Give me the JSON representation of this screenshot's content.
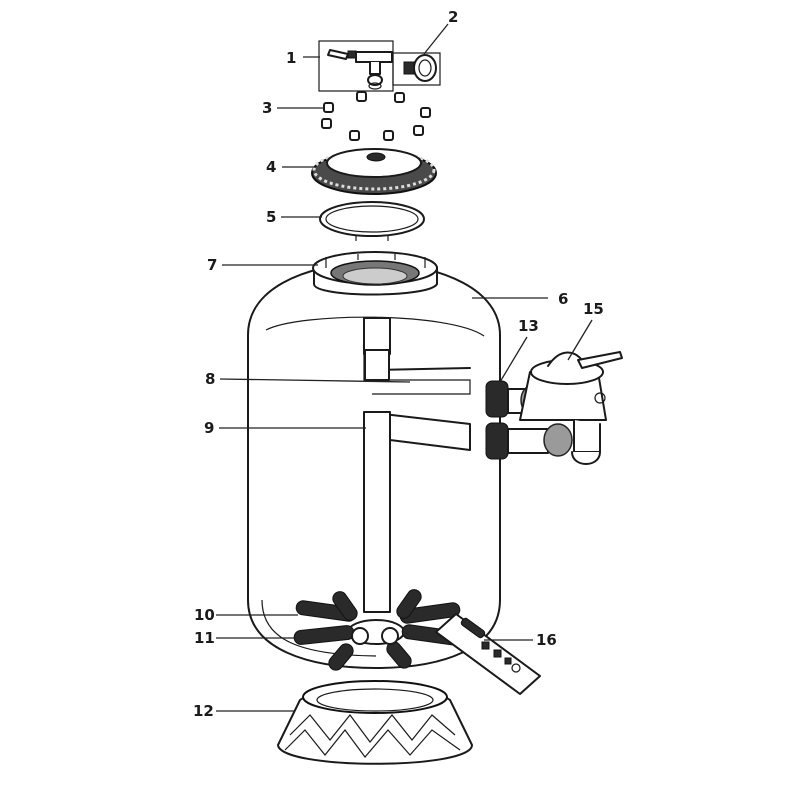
{
  "diagram": {
    "callouts": [
      {
        "id": "1",
        "text": "1"
      },
      {
        "id": "2",
        "text": "2"
      },
      {
        "id": "3",
        "text": "3"
      },
      {
        "id": "4",
        "text": "4"
      },
      {
        "id": "5",
        "text": "5"
      },
      {
        "id": "6",
        "text": "6"
      },
      {
        "id": "7",
        "text": "7"
      },
      {
        "id": "8",
        "text": "8"
      },
      {
        "id": "9",
        "text": "9"
      },
      {
        "id": "10",
        "text": "10"
      },
      {
        "id": "11",
        "text": "11"
      },
      {
        "id": "12",
        "text": "12"
      },
      {
        "id": "13",
        "text": "13"
      },
      {
        "id": "15",
        "text": "15"
      },
      {
        "id": "16",
        "text": "16"
      }
    ]
  }
}
